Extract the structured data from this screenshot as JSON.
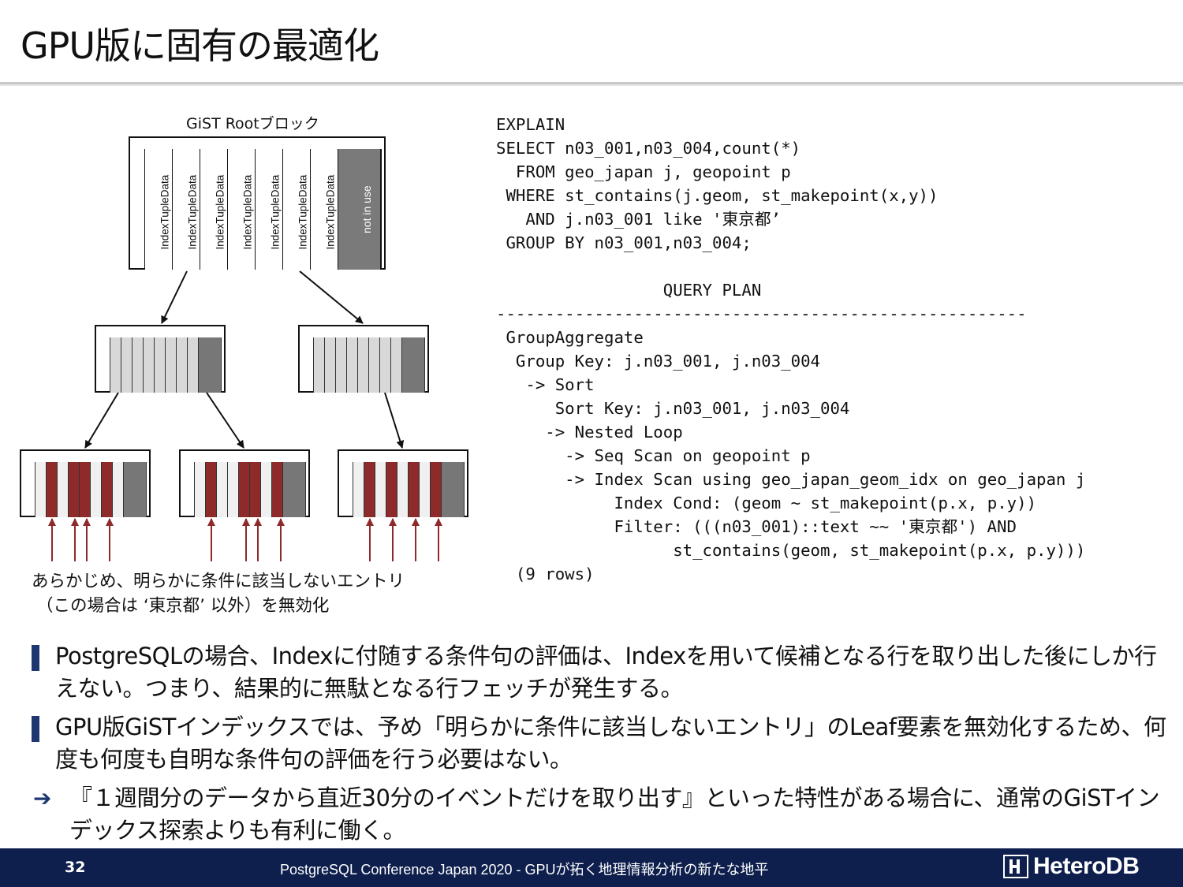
{
  "slide": {
    "title": "GPU版に固有の最適化",
    "diagram": {
      "root_label": "GiST Rootブロック",
      "root_columns": [
        "IndexTupleData",
        "IndexTupleData",
        "IndexTupleData",
        "IndexTupleData",
        "IndexTupleData",
        "IndexTupleData",
        "IndexTupleData"
      ],
      "unused_label": "not in use",
      "caption_line1": "あらかじめ、明らかに条件に該当しないエントリ",
      "caption_line2": "（この場合は ‘東京都’ 以外）を無効化",
      "colors": {
        "invalid_entry": "#8e2a2a",
        "unused_area": "#7a7a7a"
      }
    },
    "code": {
      "lines": [
        "EXPLAIN",
        "SELECT n03_001,n03_004,count(*)",
        "  FROM geo_japan j, geopoint p",
        " WHERE st_contains(j.geom, st_makepoint(x,y))",
        "   AND j.n03_001 like '東京都’",
        " GROUP BY n03_001,n03_004;",
        "",
        "                 QUERY PLAN",
        "------------------------------------------------------",
        " GroupAggregate",
        "  Group Key: j.n03_001, j.n03_004",
        "   -> Sort",
        "      Sort Key: j.n03_001, j.n03_004",
        "     -> Nested Loop",
        "       -> Seq Scan on geopoint p",
        "       -> Index Scan using geo_japan_geom_idx on geo_japan j",
        "            Index Cond: (geom ~ st_makepoint(p.x, p.y))",
        "            Filter: (((n03_001)::text ~~ '東京都') AND",
        "                  st_contains(geom, st_makepoint(p.x, p.y)))",
        "  (9 rows)"
      ]
    },
    "bullets": [
      "PostgreSQLの場合、Indexに付随する条件句の評価は、Indexを用いて候補となる行を取り出した後にしか行えない。つまり、結果的に無駄となる行フェッチが発生する。",
      "GPU版GiSTインデックスでは、予め「明らかに条件に該当しないエントリ」のLeaf要素を無効化するため、何度も何度も自明な条件句の評価を行う必要はない。"
    ],
    "conclusion": "『１週間分のデータから直近30分のイベントだけを取り出す』といった特性がある場合に、通常のGiSTインデックス探索よりも有利に働く。"
  },
  "footer": {
    "page_number": "32",
    "text": "PostgreSQL Conference Japan 2020 - GPUが拓く地理情報分析の新たな地平",
    "logo": "HeteroDB"
  }
}
